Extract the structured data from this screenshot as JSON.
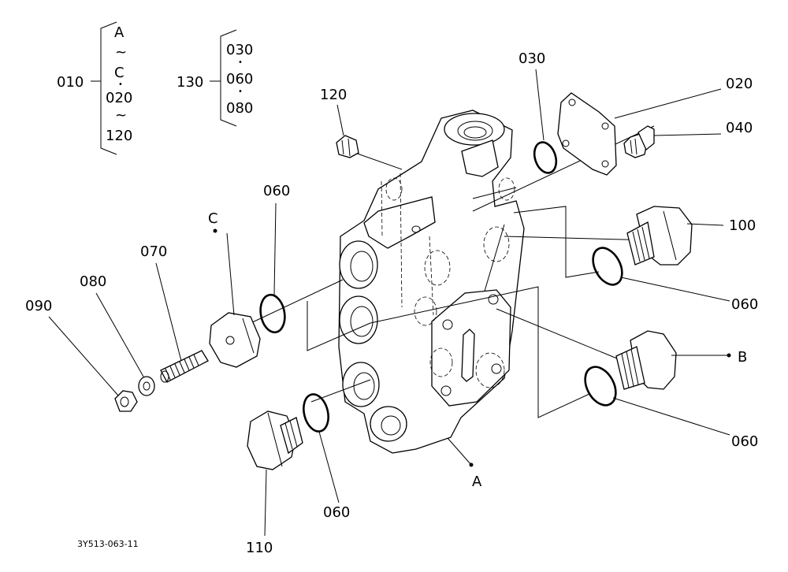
{
  "callouts": {
    "p010": "010",
    "p020": "020",
    "p030": "030",
    "p040": "040",
    "p060_c": "060",
    "p060_r1": "060",
    "p060_r2": "060",
    "p060_b": "060",
    "p070": "070",
    "p080": "080",
    "p090": "090",
    "p100": "100",
    "p110": "110",
    "p120": "120",
    "p130": "130"
  },
  "point_labels": {
    "a": "A",
    "b": "B",
    "c": "C"
  },
  "group_010": {
    "r1": "A",
    "r2": "~",
    "r3": "C",
    "r4": "•",
    "r5": "020",
    "r6": "~",
    "r7": "120"
  },
  "group_130": {
    "r1": "030",
    "r2": "•",
    "r3": "060",
    "r4": "•",
    "r5": "080"
  },
  "drawing_ref": "3Y513-063-11"
}
